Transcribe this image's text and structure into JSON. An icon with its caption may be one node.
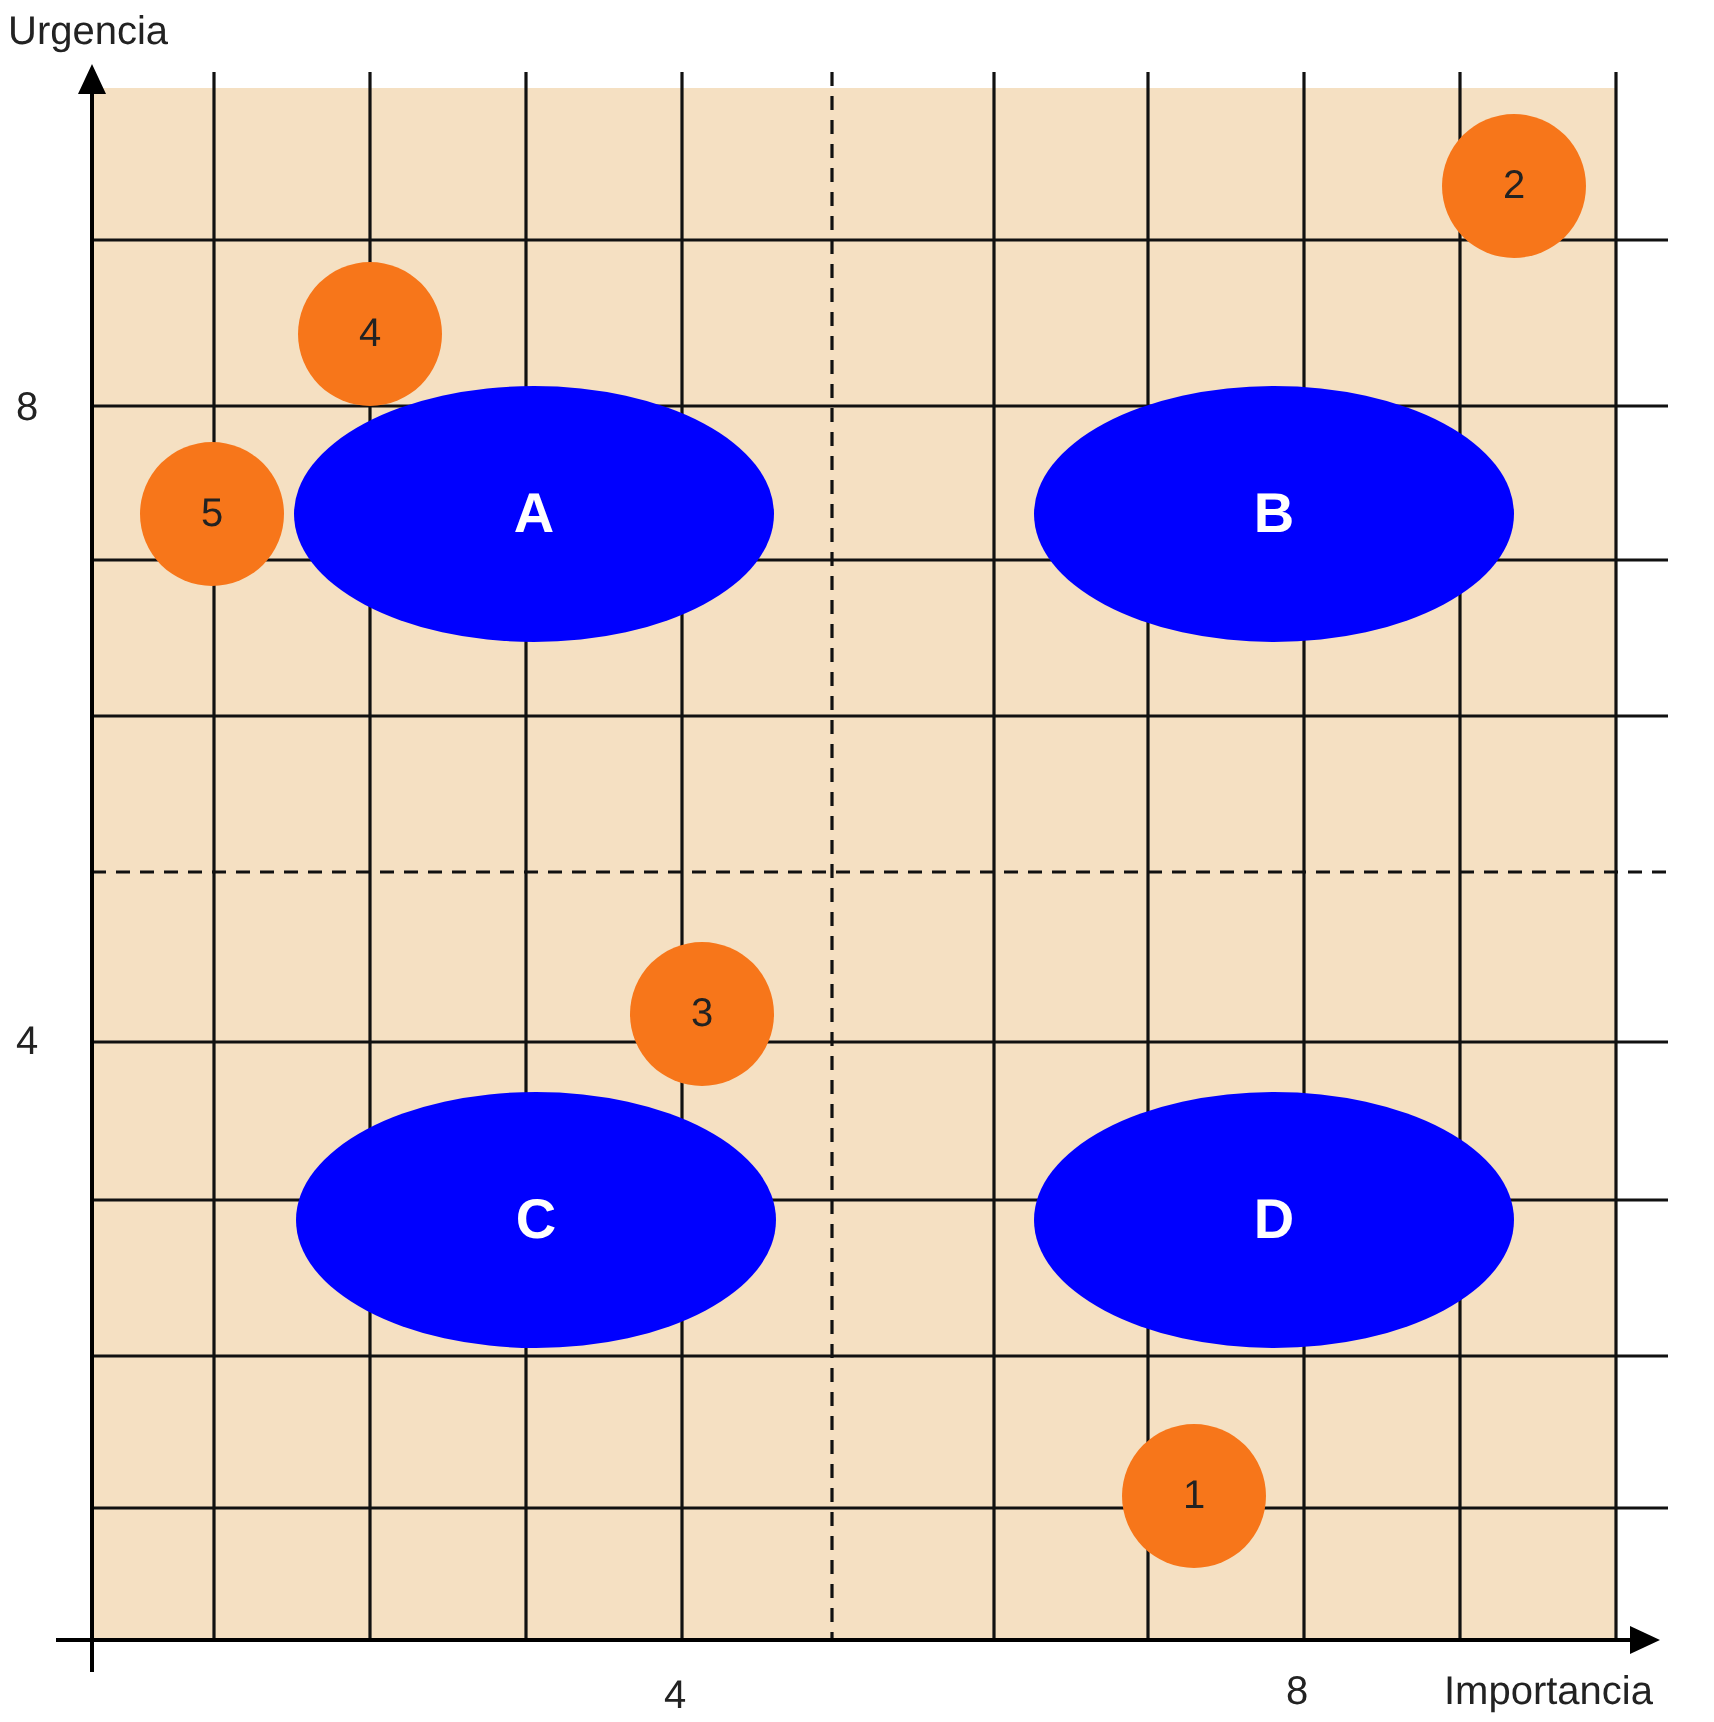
{
  "diagram": {
    "nodes": [
      {
        "text": [
          "A"
        ]
      },
      {
        "text": [
          "B"
        ]
      },
      {
        "text": [
          "C"
        ]
      },
      {
        "text": [
          "D"
        ]
      },
      {
        "text": [
          "1"
        ]
      },
      {
        "text": [
          "2"
        ]
      },
      {
        "text": [
          "3"
        ]
      },
      {
        "text": [
          "4"
        ]
      },
      {
        "text": [
          "5"
        ]
      }
    ],
    "labels": [
      "Urgencia",
      "8",
      "4",
      "4",
      "8",
      "Importancia"
    ]
  }
}
